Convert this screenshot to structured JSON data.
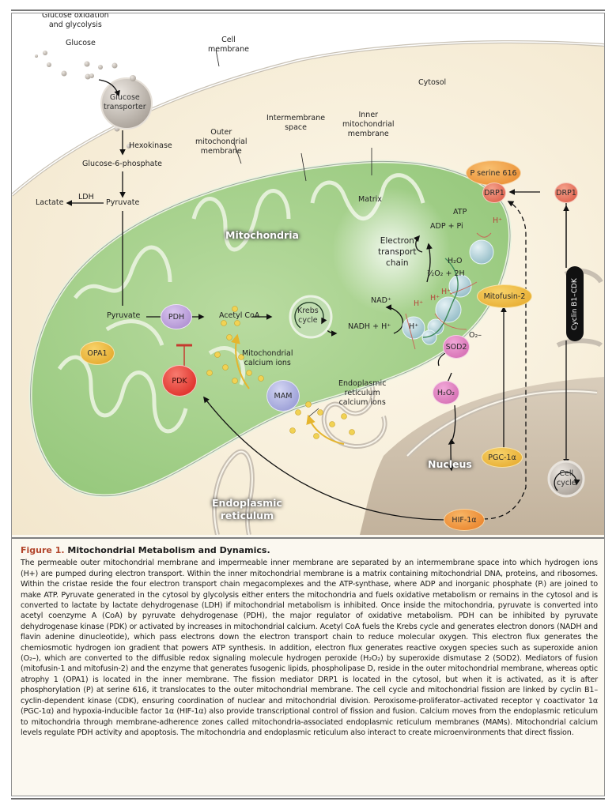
{
  "diagram": {
    "labels": {
      "glucose_oxidation": "Glucose oxidation\nand glycolysis",
      "glucose": "Glucose",
      "cell_membrane": "Cell\nmembrane",
      "cytosol": "Cytosol",
      "glucose_transporter": "Glucose\ntransporter",
      "hexokinase": "Hexokinase",
      "glucose_6_phosphate": "Glucose-6-phosphate",
      "ldh": "LDH",
      "lactate": "Lactate",
      "pyruvate_cytosol": "Pyruvate",
      "outer_membrane": "Outer\nmitochondrial\nmembrane",
      "intermembrane_space": "Intermembrane\nspace",
      "inner_membrane": "Inner\nmitochondrial\nmembrane",
      "matrix": "Matrix",
      "mitochondria": "Mitochondria",
      "electron_transport_chain": "Electron\ntransport\nchain",
      "atp": "ATP",
      "adp_pi": "ADP + Pi",
      "h2o": "H₂O",
      "half_o2": "½O₂ + 2H",
      "nad": "NAD⁺",
      "nadh": "NADH + H⁺",
      "h_plus": "H⁺",
      "o2_minus": "O₂–",
      "pyruvate_mito": "Pyruvate",
      "acetyl_coa": "Acetyl CoA",
      "krebs_cycle": "Krebs\ncycle",
      "mito_calcium": "Mitochondrial\ncalcium ions",
      "er_calcium": "Endoplasmic\nreticulum\ncalcium ions",
      "nucleus": "Nucleus",
      "endoplasmic_reticulum": "Endoplasmic\nreticulum",
      "cyclin": "Cyclin B1–CDK",
      "cell_cycle": "Cell\ncycle"
    },
    "nodes": {
      "p_serine": "P serine 616",
      "drp1_mito": "DRP1",
      "drp1_cytosol": "DRP1",
      "mitofusin": "Mitofusin-2",
      "sod2": "SOD2",
      "h2o2": "H₂O₂",
      "pgc": "PGC-1α",
      "hif": "HIF-1α",
      "pdh": "PDH",
      "pdk": "PDK",
      "opa1": "OPA1",
      "mam": "MAM"
    },
    "colors": {
      "cytosol": "#fbf3e0",
      "mitochondria": "#a9d08e",
      "matrix_dark": "#8cc275",
      "nucleus": "#cfc2b0",
      "orange": "#f0a040",
      "drp1_red": "#e2664f",
      "yellow": "#f0c23d",
      "pink": "#d978b8",
      "purple_pdh": "#b79ad6",
      "red_pdk": "#e3302a",
      "mam_blue": "#9a9fd6",
      "proton_red": "#b5483a",
      "figure_red": "#b2452b"
    }
  },
  "caption": {
    "figure_number": "Figure 1.",
    "title": "Mitochondrial Metabolism and Dynamics.",
    "body": "The permeable outer mitochondrial membrane and impermeable inner membrane are separated by an intermembrane space into which hydrogen ions (H+) are pumped during electron transport. Within the inner mitochondrial membrane is a matrix containing mitochondrial DNA, proteins, and ribosomes. Within the cristae reside the four electron transport chain megacomplexes and the ATP-synthase, where ADP and inorganic phosphate (Pᵢ) are joined to make ATP. Pyruvate generated in the cytosol by glycolysis either enters the mitochondria and fuels oxidative metabolism or remains in the cytosol and is converted to lactate by lactate dehydrogenase (LDH) if mitochondrial metabolism is inhibited. Once inside the mitochondria, pyruvate is converted into acetyl coenzyme A (CoA) by pyruvate dehydrogenase (PDH), the major regulator of oxidative metabolism. PDH can be inhibited by pyruvate dehydrogenase kinase (PDK) or activated by increases in mitochondrial calcium. Acetyl CoA fuels the Krebs cycle and generates electron donors (NADH and flavin adenine dinucleotide), which pass electrons down the electron transport chain to reduce molecular oxygen. This electron flux generates the chemiosmotic hydrogen ion gradient that powers ATP synthesis. In addition, electron flux generates reactive oxygen species such as superoxide anion (O₂–), which are converted to the diffusible redox signaling molecule hydrogen peroxide (H₂O₂) by superoxide dismutase 2 (SOD2). Mediators of fusion (mitofusin-1 and mitofusin-2) and the enzyme that generates fusogenic lipids, phospholipase D, reside in the outer mitochondrial membrane, whereas optic atrophy 1 (OPA1) is located in the inner membrane. The fission mediator DRP1 is located in the cytosol, but when it is activated, as it is after phosphorylation (P) at serine 616, it translocates to the outer mitochondrial membrane. The cell cycle and mitochondrial fission are linked by cyclin B1–cyclin-dependent kinase (CDK), ensuring coordination of nuclear and mitochondrial division. Peroxisome-proliferator–activated receptor γ coactivator 1α (PGC-1α) and hypoxia-inducible factor 1α (HIF-1α) also provide transcriptional control of fission and fusion. Calcium moves from the endoplasmic reticulum to mitochondria through membrane-adherence zones called mitochondria-associated endoplasmic reticulum membranes (MAMs). Mitochondrial calcium levels regulate PDH activity and apoptosis. The mitochondria and endoplasmic reticulum also interact to create microenvironments that direct fission."
  }
}
